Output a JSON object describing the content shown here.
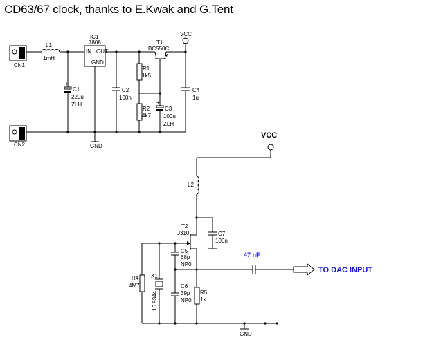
{
  "title": "CD63/67 clock, thanks to E.Kwak and G.Tent",
  "labels": {
    "cn1": "CN1",
    "cn2": "CN2",
    "l1_name": "L1",
    "l1_value": "1mH",
    "ic1_name": "IC1",
    "ic1_part": "7808",
    "ic1_in": "IN",
    "ic1_out": "OUT",
    "ic1_gnd": "GND",
    "c1_name": "C1",
    "c1_value": "220u",
    "c1_type": "ZLH",
    "c2_name": "C2",
    "c2_value": "100n",
    "r1_name": "R1",
    "r1_value": "1k5",
    "r2_name": "R2",
    "r2_value": "4k7",
    "t1_name": "T1",
    "t1_part": "BC550C",
    "c3_name": "C3",
    "c3_value": "100u",
    "c3_type": "ZLH",
    "c4_name": "C4",
    "c4_value": "1u",
    "vcc_top": "VCC",
    "gnd_top": "GND",
    "vcc_big": "VCC",
    "l2_name": "L2",
    "t2_name": "T2",
    "t2_part": "J310",
    "c7_name": "C7",
    "c7_value": "100n",
    "c5_name": "C5",
    "c5_value": "68p",
    "c5_type": "NP0",
    "c6_name": "C6",
    "c6_value": "39p",
    "c6_type": "NP0",
    "r4_name": "R4",
    "r4_value": "4M7",
    "x1_name": "X1",
    "x1_value": "16.9344",
    "r5_name": "R5",
    "r5_value": "1k",
    "coupling_cap": "47 nF",
    "output": "TO DAC INPUT",
    "gnd_bottom": "GND"
  }
}
